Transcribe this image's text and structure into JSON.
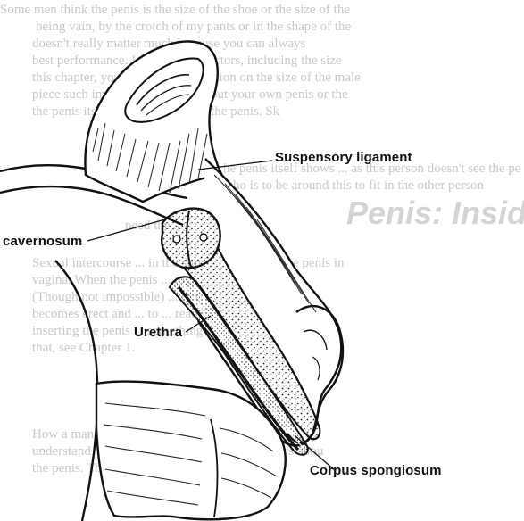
{
  "diagram": {
    "labels": {
      "suspensory_ligament": "Suspensory ligament",
      "cavernosum": "cavernosum",
      "urethra": "Urethra",
      "corpus_spongiosum": "Corpus spongiosum"
    }
  },
  "background_page": {
    "heading_fragment": "Penis: Inside",
    "lines": [
      "Some men think the penis is the size of the shoe or the size of the",
      "being vain, by the crotch of my pants or in the shape of the",
      "doesn't really matter much because you can always",
      "best performance. Lots of other factors, including the size",
      "this chapter, you'll get the information on the size of the male",
      "piece such important concerns about your own penis or the",
      "the penis itself. The structures of the penis. Sk",
      "he penis itself shows ... as this person doesn't see the pe",
      "who is to be around this to fit in the other person",
      "need the ...",
      "Sexual intercourse ... in the simplest form that the penis in",
      "vagina. When the penis ... to ... and ... and ... the",
      "(Though not impossible) ... to get an erection ... erect",
      "becomes erect and ... to ... ready for ... only the",
      "inserting the penis ... something else ... something ...",
      "that, see Chapter 1.",
      "How a man gets an erection ... the ... necessary ...",
      "understand the process ... have to ... how ... that's abou",
      "the penis. This section ... what ... men ..."
    ]
  }
}
